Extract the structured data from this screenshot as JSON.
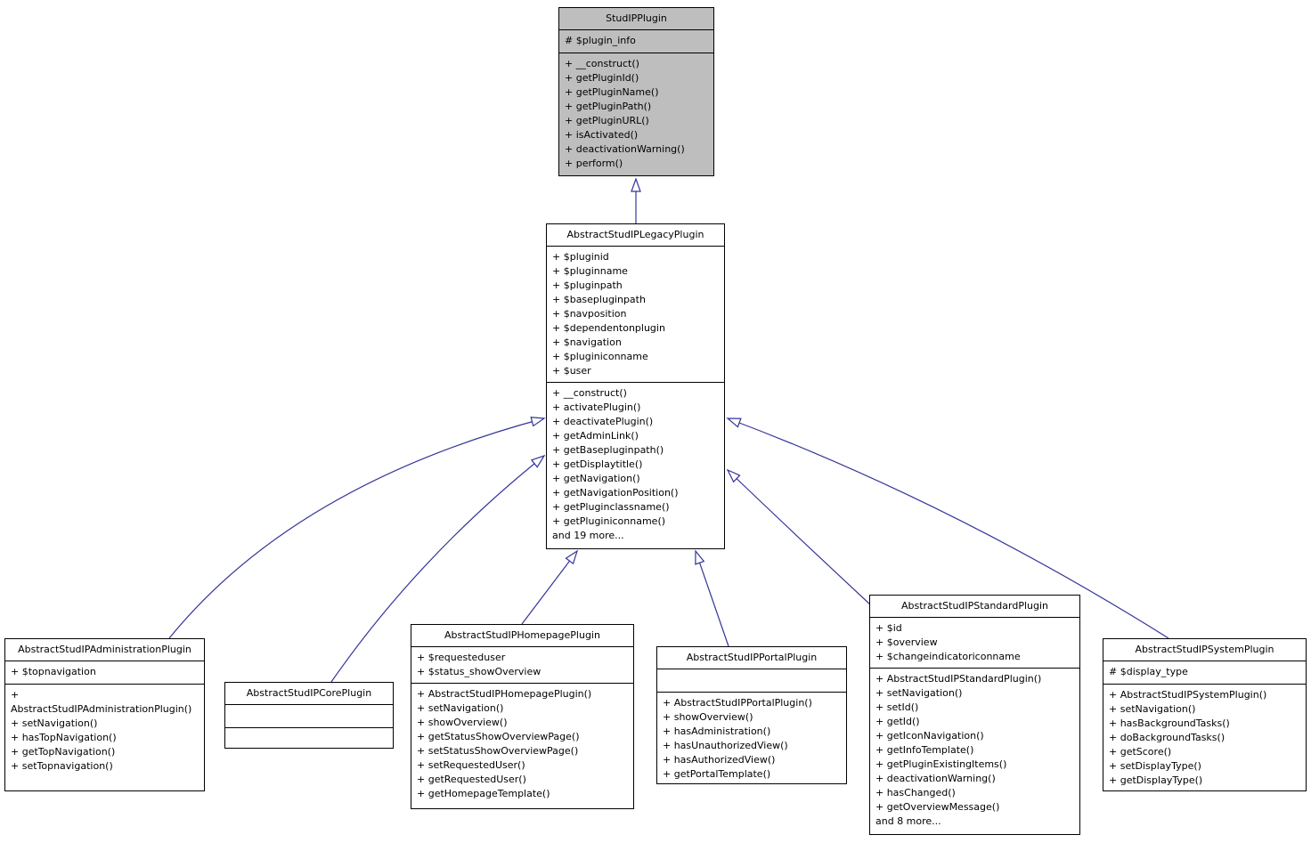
{
  "diagram": {
    "kind": "uml-class-inheritance-diagram",
    "colors": {
      "edge": "#34349a",
      "box_border": "#000000",
      "box_fill": "#ffffff",
      "highlight_fill": "#bebebe",
      "text": "#000000",
      "background": "#ffffff"
    },
    "classes": {
      "studip": {
        "name": "StudIPPlugin",
        "fields": [
          "# $plugin_info"
        ],
        "methods": [
          "+ __construct()",
          "+ getPluginId()",
          "+ getPluginName()",
          "+ getPluginPath()",
          "+ getPluginURL()",
          "+ isActivated()",
          "+ deactivationWarning()",
          "+ perform()"
        ]
      },
      "legacy": {
        "name": "AbstractStudIPLegacyPlugin",
        "fields": [
          "+ $pluginid",
          "+ $pluginname",
          "+ $pluginpath",
          "+ $basepluginpath",
          "+ $navposition",
          "+ $dependentonplugin",
          "+ $navigation",
          "+ $pluginiconname",
          "+ $user"
        ],
        "methods": [
          "+ __construct()",
          "+ activatePlugin()",
          "+ deactivatePlugin()",
          "+ getAdminLink()",
          "+ getBasepluginpath()",
          "+ getDisplaytitle()",
          "+ getNavigation()",
          "+ getNavigationPosition()",
          "+ getPluginclassname()",
          "+ getPluginiconname()",
          "and 19 more..."
        ]
      },
      "administration": {
        "name": "AbstractStudIPAdministrationPlugin",
        "fields": [
          "+ $topnavigation"
        ],
        "methods": [
          "+ AbstractStudIPAdministrationPlugin()",
          "+ setNavigation()",
          "+ hasTopNavigation()",
          "+ getTopNavigation()",
          "+ setTopnavigation()"
        ]
      },
      "core": {
        "name": "AbstractStudIPCorePlugin",
        "fields": [],
        "methods": []
      },
      "homepage": {
        "name": "AbstractStudIPHomepagePlugin",
        "fields": [
          "+ $requesteduser",
          "+ $status_showOverview"
        ],
        "methods": [
          "+ AbstractStudIPHomepagePlugin()",
          "+ setNavigation()",
          "+ showOverview()",
          "+ getStatusShowOverviewPage()",
          "+ setStatusShowOverviewPage()",
          "+ setRequestedUser()",
          "+ getRequestedUser()",
          "+ getHomepageTemplate()"
        ]
      },
      "portal": {
        "name": "AbstractStudIPPortalPlugin",
        "fields": [],
        "methods": [
          "+ AbstractStudIPPortalPlugin()",
          "+ showOverview()",
          "+ hasAdministration()",
          "+ hasUnauthorizedView()",
          "+ hasAuthorizedView()",
          "+ getPortalTemplate()"
        ]
      },
      "standard": {
        "name": "AbstractStudIPStandardPlugin",
        "fields": [
          "+ $id",
          "+ $overview",
          "+ $changeindicatoriconname"
        ],
        "methods": [
          "+ AbstractStudIPStandardPlugin()",
          "+ setNavigation()",
          "+ setId()",
          "+ getId()",
          "+ getIconNavigation()",
          "+ getInfoTemplate()",
          "+ getPluginExistingItems()",
          "+ deactivationWarning()",
          "+ hasChanged()",
          "+ getOverviewMessage()",
          "and 8 more..."
        ]
      },
      "system": {
        "name": "AbstractStudIPSystemPlugin",
        "fields": [
          "# $display_type"
        ],
        "methods": [
          "+ AbstractStudIPSystemPlugin()",
          "+ setNavigation()",
          "+ hasBackgroundTasks()",
          "+ doBackgroundTasks()",
          "+ getScore()",
          "+ setDisplayType()",
          "+ getDisplayType()"
        ]
      }
    },
    "edges": [
      {
        "from": "AbstractStudIPLegacyPlugin",
        "to": "StudIPPlugin",
        "relation": "inherits"
      },
      {
        "from": "AbstractStudIPAdministrationPlugin",
        "to": "AbstractStudIPLegacyPlugin",
        "relation": "inherits"
      },
      {
        "from": "AbstractStudIPCorePlugin",
        "to": "AbstractStudIPLegacyPlugin",
        "relation": "inherits"
      },
      {
        "from": "AbstractStudIPHomepagePlugin",
        "to": "AbstractStudIPLegacyPlugin",
        "relation": "inherits"
      },
      {
        "from": "AbstractStudIPPortalPlugin",
        "to": "AbstractStudIPLegacyPlugin",
        "relation": "inherits"
      },
      {
        "from": "AbstractStudIPStandardPlugin",
        "to": "AbstractStudIPLegacyPlugin",
        "relation": "inherits"
      },
      {
        "from": "AbstractStudIPSystemPlugin",
        "to": "AbstractStudIPLegacyPlugin",
        "relation": "inherits"
      }
    ]
  }
}
